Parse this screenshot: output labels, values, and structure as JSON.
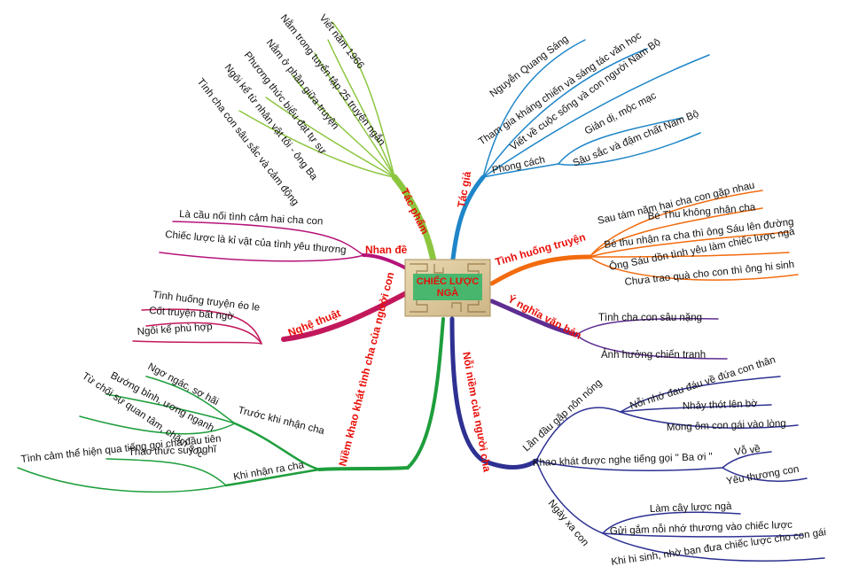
{
  "center": {
    "title_line1": "CHIẾC LƯỢC",
    "title_line2": "NGÀ"
  },
  "colors": {
    "tac_gia": "#1f86c8",
    "tinh_huong": "#f26b0e",
    "y_nghia": "#5e2d91",
    "noi_niem": "#2e3192",
    "niem_khao_khat": "#1e9e3c",
    "nghe_thuat": "#c2185b",
    "nhan_de": "#b5137a",
    "tac_pham": "#8cc63f",
    "title_red": "#e8100a"
  },
  "branches": {
    "tac_gia": {
      "label": "Tác giả",
      "items": [
        "Nguyễn Quang Sáng",
        "Tham gia kháng chiến và sáng tác văn học",
        "Viết về cuộc sống và con người Nam Bộ",
        "Phong cách"
      ],
      "phong_cach": [
        "Giản dị, mộc mạc",
        "Sâu sắc và đậm chất Nam Bộ"
      ]
    },
    "tinh_huong": {
      "label": "Tình huống truyện",
      "items": [
        "Sau tám năm hai cha con gặp nhau",
        "Bé Thu không nhận cha",
        "Bé thu nhận ra cha thì ông Sáu lên đường",
        "Ông Sáu dồn tình yêu làm chiếc lược ngà",
        "Chưa trao quà cho con thì ông hi sinh"
      ]
    },
    "y_nghia": {
      "label": "Ý nghĩa văn bản",
      "items": [
        "Tình cha con sâu nặng",
        "Ảnh hưởng chiến tranh"
      ]
    },
    "noi_niem": {
      "label": "Nỗi niềm của người cha",
      "lan_dau": "Lần đầu gặp nôn nóng",
      "lan_dau_items": [
        "Nỗi nhớ đau đáu về đứa con thân",
        "Nhảy thót lên bờ",
        "Mong ôm con gái vào lòng"
      ],
      "khao_khat": "Khao khát được nghe tiếng gọi \" Ba ơi \"",
      "khao_khat_items": [
        "Vỗ về",
        "Yêu thương con"
      ],
      "ngay_xa": "Ngày xa con",
      "ngay_xa_items": [
        "Làm cây lược ngà",
        "Gửi gắm nỗi nhớ thương vào chiếc lược",
        "Khi hi sinh, nhờ bạn đưa chiếc lược cho con gái"
      ]
    },
    "niem_khao_khat": {
      "label": "Niềm khao khát tình cha của người con",
      "truoc": "Trước khi nhận cha",
      "truoc_items": [
        "Ngơ ngác, sợ hãi",
        "Bướng bỉnh, ương ngạnh",
        "Từ chối sự quan tâm, chăm sóc"
      ],
      "khi": "Khi nhận ra cha",
      "khi_items": [
        "Thao thức suy nghĩ",
        "Tình cảm thể hiện qua tiếng gọi cha đầu tiên"
      ]
    },
    "nghe_thuat": {
      "label": "Nghệ thuật",
      "items": [
        "Tình huống truyện éo le",
        "Cốt truyện bất ngờ",
        "Ngôi kể phù hợp"
      ]
    },
    "nhan_de": {
      "label": "Nhan đề",
      "items": [
        "Là cầu nối tình cảm hai cha con",
        "Chiếc lược là kỉ vật của tình yêu thương"
      ]
    },
    "tac_pham": {
      "label": "Tác phẩm",
      "items": [
        "Viết năm 1966",
        "Nằm trong tuyển tập 25 truyện ngắn",
        "Nằm ở phần giữa truyện",
        "Phương thức biểu đạt tự sự",
        "Ngôi kể từ nhân vật tôi - ông Ba",
        "Tình cha con sâu sắc và cảm động"
      ]
    }
  }
}
